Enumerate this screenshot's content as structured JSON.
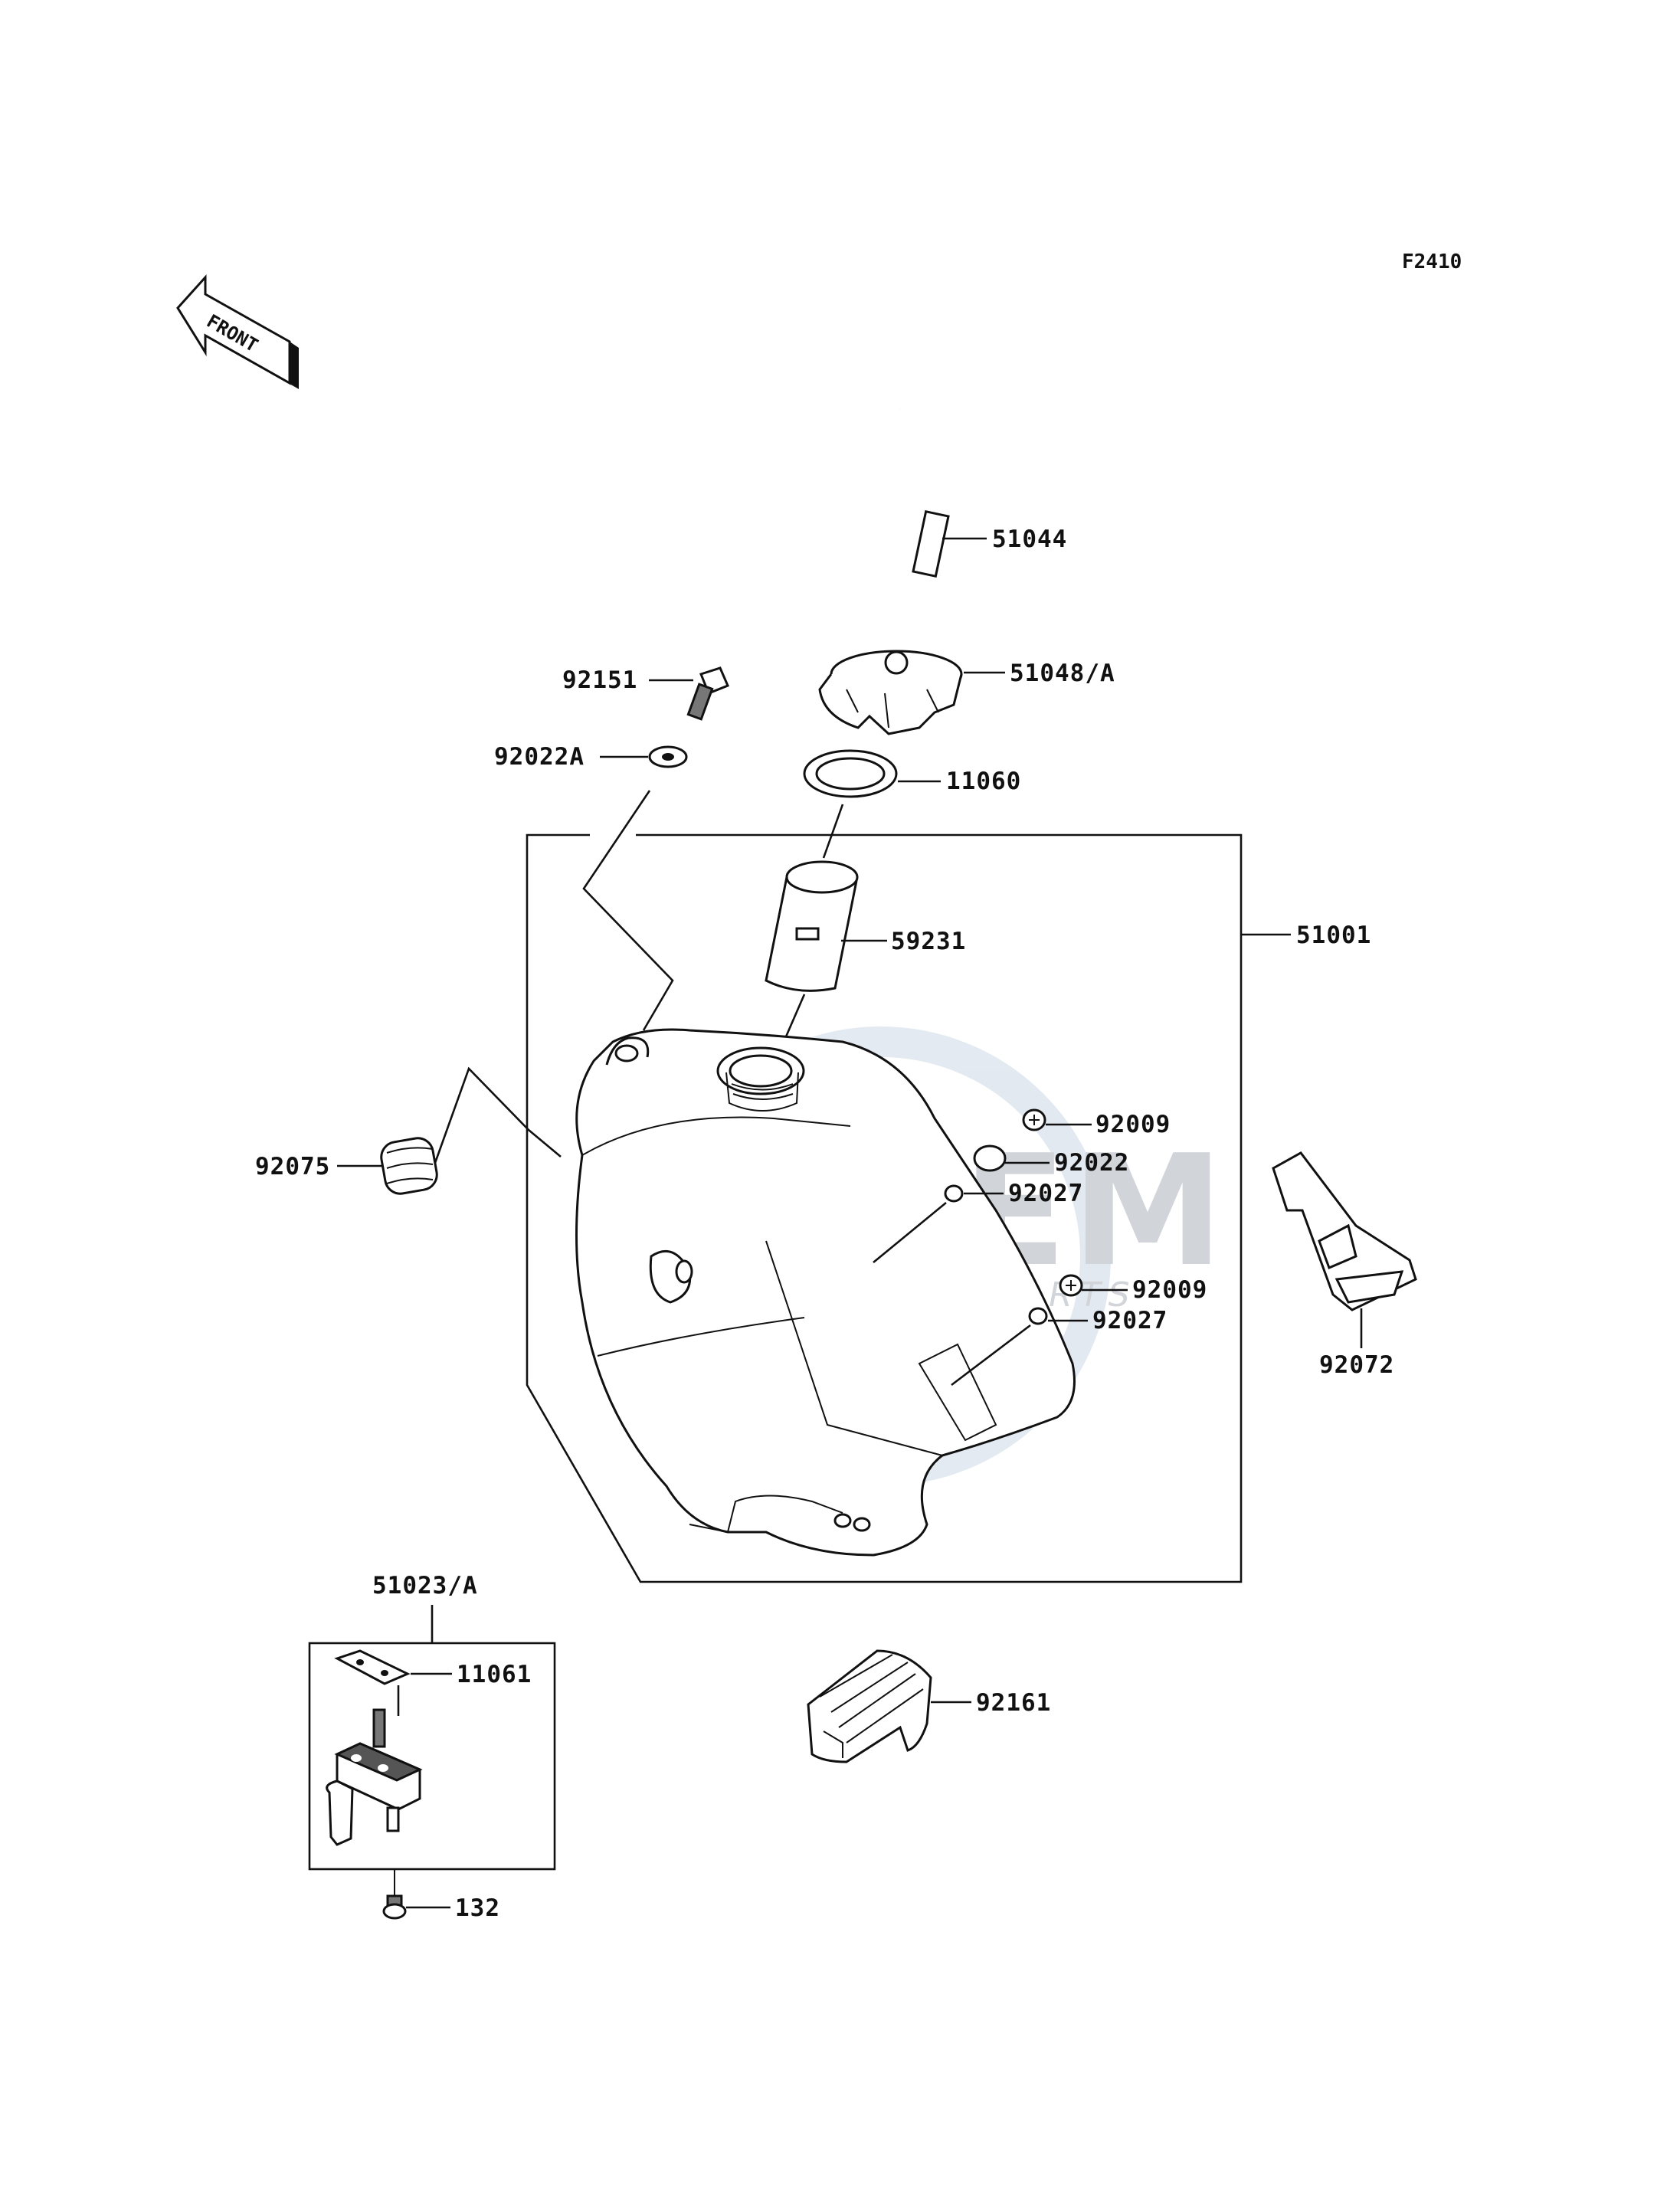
{
  "diagram": {
    "code": "F2410",
    "front_label": "FRONT",
    "watermark": {
      "brand": "OEM",
      "tagline": "MOTORPARTS"
    },
    "parts": [
      {
        "id": "p51044",
        "number": "51044"
      },
      {
        "id": "p51048",
        "number": "51048/A"
      },
      {
        "id": "p92151",
        "number": "92151"
      },
      {
        "id": "p92022A",
        "number": "92022A"
      },
      {
        "id": "p11060",
        "number": "11060"
      },
      {
        "id": "p59231",
        "number": "59231"
      },
      {
        "id": "p51001",
        "number": "51001"
      },
      {
        "id": "p92075",
        "number": "92075"
      },
      {
        "id": "p92009a",
        "number": "92009"
      },
      {
        "id": "p92022",
        "number": "92022"
      },
      {
        "id": "p92027a",
        "number": "92027"
      },
      {
        "id": "p92009b",
        "number": "92009"
      },
      {
        "id": "p92027b",
        "number": "92027"
      },
      {
        "id": "p92072",
        "number": "92072"
      },
      {
        "id": "p51023",
        "number": "51023/A"
      },
      {
        "id": "p11061",
        "number": "11061"
      },
      {
        "id": "p92161",
        "number": "92161"
      },
      {
        "id": "p132",
        "number": "132"
      }
    ]
  }
}
